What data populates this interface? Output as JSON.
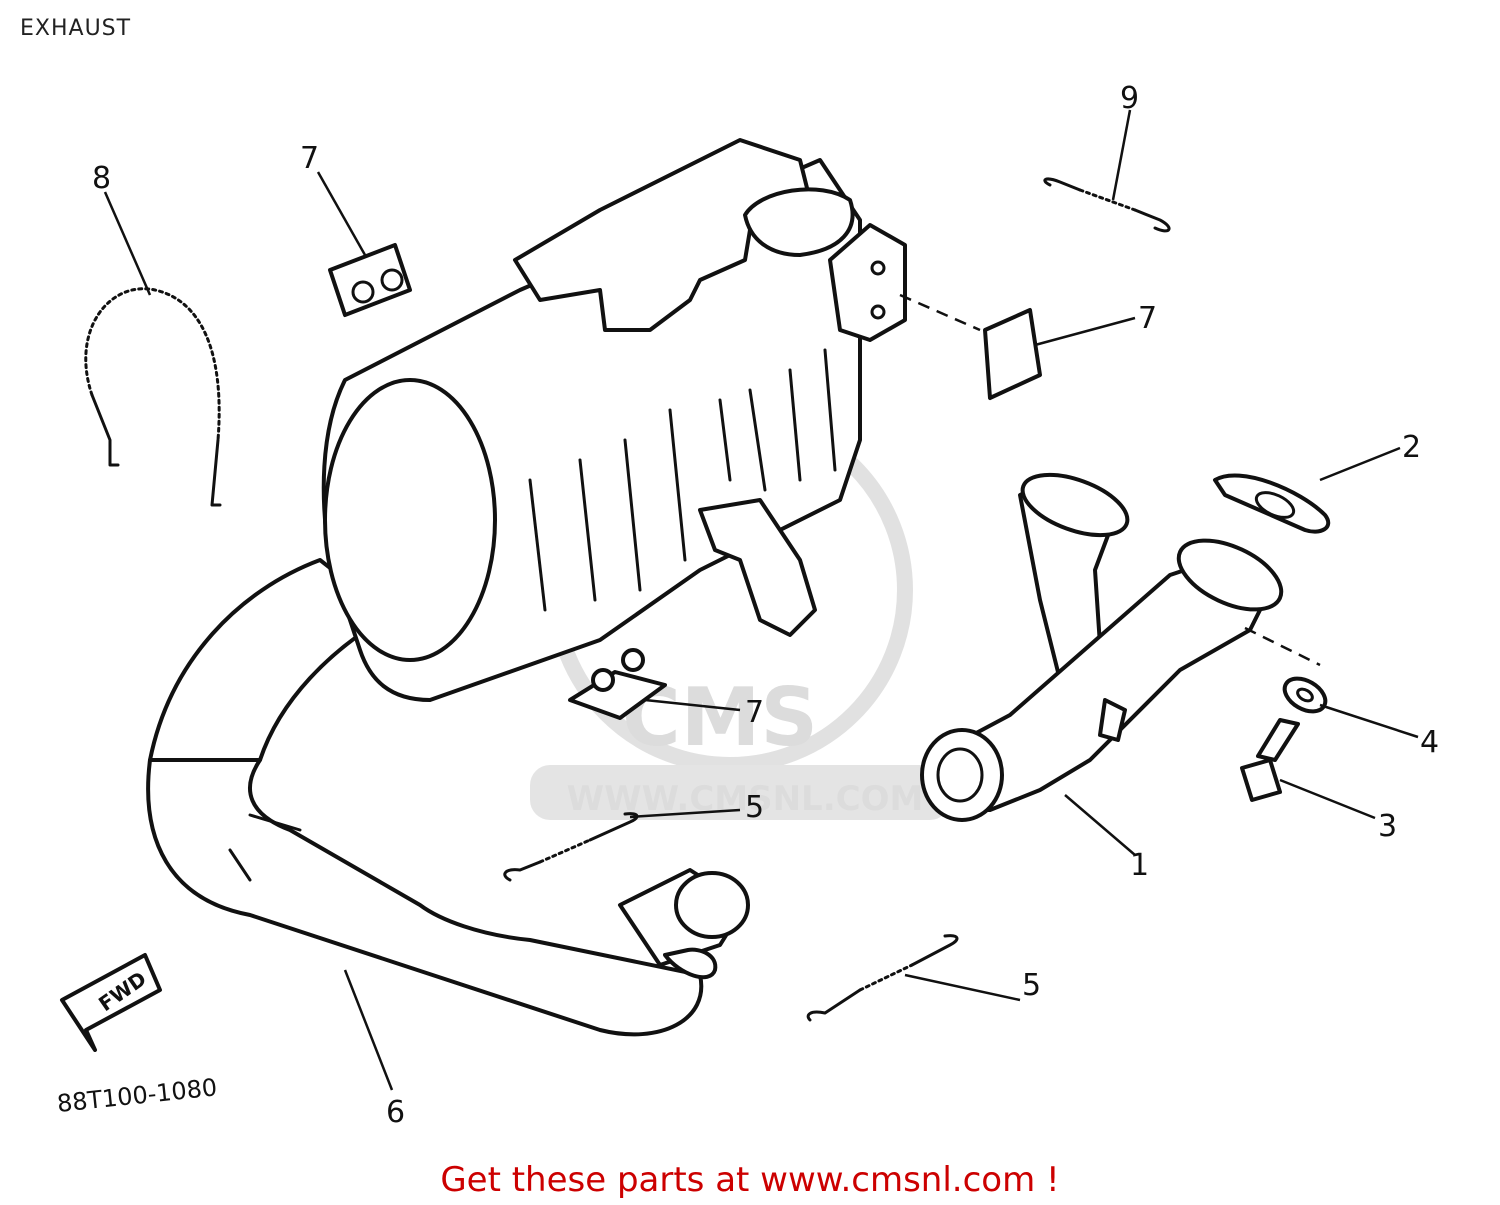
{
  "header": {
    "title": "EXHAUST"
  },
  "diagram": {
    "callouts": {
      "c1": "1",
      "c2": "2",
      "c3": "3",
      "c4": "4",
      "c5a": "5",
      "c5b": "5",
      "c6": "6",
      "c7a": "7",
      "c7b": "7",
      "c7c": "7",
      "c8": "8",
      "c9": "9"
    },
    "drawing_code": "88T100-1080",
    "fwd_arrow_label": "FWD",
    "watermark": {
      "brand": "CMS",
      "url": "WWW.CMSNL.COM"
    }
  },
  "footer": {
    "link_text": "Get these parts at www.cmsnl.com !"
  }
}
